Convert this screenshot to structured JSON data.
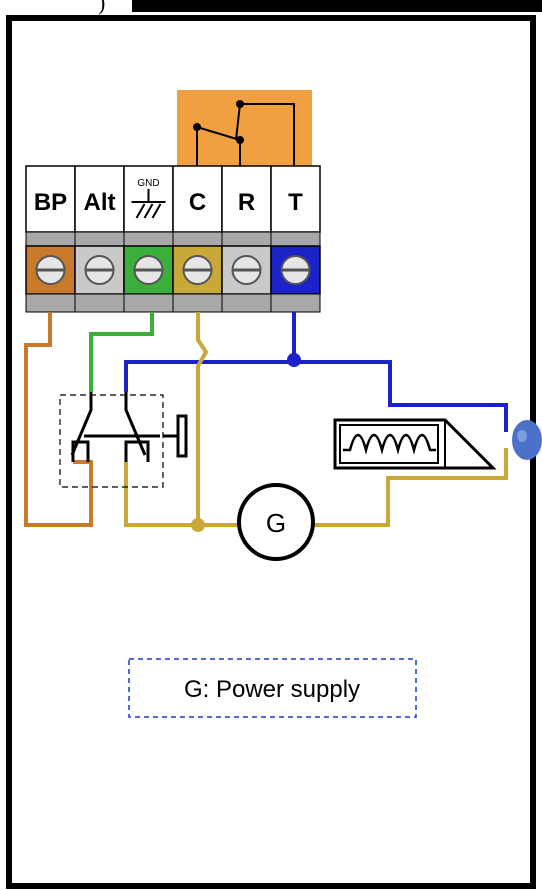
{
  "header_fragment": ")",
  "terminals": [
    {
      "id": "bp",
      "label": "BP",
      "color": "#c87a2a"
    },
    {
      "id": "alt",
      "label": "Alt",
      "color": "#c9c9c9"
    },
    {
      "id": "gnd",
      "label": "GND",
      "color": "#3ab03a"
    },
    {
      "id": "c",
      "label": "C",
      "color": "#c8a838"
    },
    {
      "id": "r",
      "label": "R",
      "color": "#c9c9c9"
    },
    {
      "id": "t",
      "label": "T",
      "color": "#1a22c8"
    }
  ],
  "relay_box_color": "#f0a040",
  "wire_colors": {
    "bp": "#c87a2a",
    "gnd": "#3ab03a",
    "c": "#c8a838",
    "t": "#1a22c8"
  },
  "generator_label": "G",
  "caption": "G: Power supply"
}
